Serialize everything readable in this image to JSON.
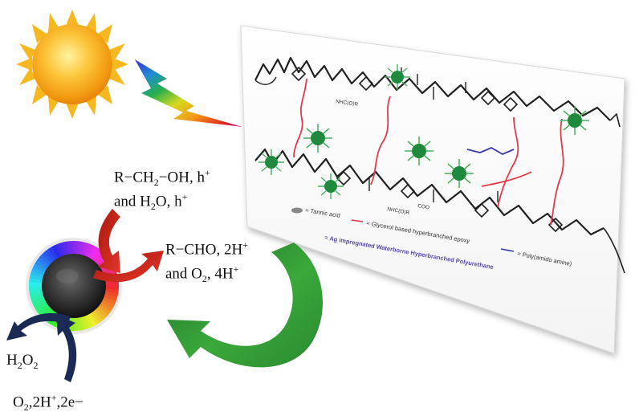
{
  "reactions": {
    "oxidation_reactants": {
      "line1": {
        "a": "R−CH",
        "sub": "2",
        "b": "−OH, h",
        "sup": "+"
      },
      "line2": {
        "a": "and H",
        "sub": "2",
        "b": "O, h",
        "sup": "+"
      }
    },
    "oxidation_products": {
      "line1": {
        "a": "R−CHO, 2H",
        "sup": "+"
      },
      "line2": {
        "a": "and O",
        "sub": "2",
        "b": ", 4H",
        "sup": "+"
      }
    },
    "reduction_product": {
      "a": "H",
      "sub": "2",
      "b": "O",
      "sub2": "2"
    },
    "reduction_reactants": {
      "a": "O",
      "sub": "2",
      "b": ",2H",
      "sup": "+",
      "c": ",2e−"
    }
  },
  "sheet": {
    "legend": {
      "tannic_acid": "= Tannic acid",
      "glycerol_epoxy": "= Glycerol based hyperbranched epoxy",
      "poly_amido_amine": "= Poly(amido amine)",
      "impregnated": "= Ag impregnated Waterborne Hyperbranched Polyurethane"
    },
    "labels": {
      "nhco_top": "NHC(O)R",
      "nhco_bottom": "NHC(O)R",
      "coo": "COO"
    }
  },
  "colors": {
    "sun_core": "#f4a41a",
    "arrow_red": "#d42a1c",
    "arrow_navy": "#1a2a55",
    "arrow_green": "#3a9a3a",
    "epoxy_chain": "#e23a4a",
    "tannic_cluster": "#1f8a3c",
    "poly_amine": "#3a3aa8",
    "polymer_backbone": "#222222",
    "legend_text": "#5a4aa8"
  },
  "icons": [
    "sun-icon",
    "lightning-bolt-icon",
    "photocatalyst-particle-icon",
    "curved-arrow-icon"
  ]
}
